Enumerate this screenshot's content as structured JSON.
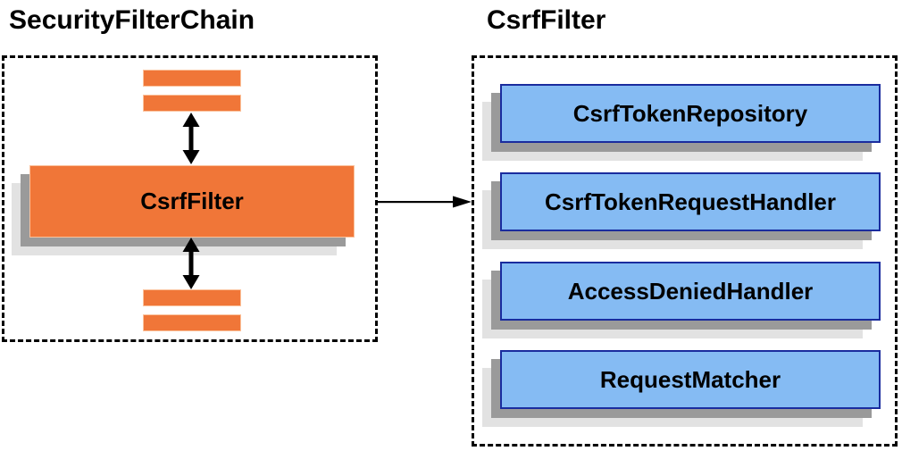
{
  "diagram": {
    "left_panel": {
      "title": "SecurityFilterChain",
      "main_box_label": "CsrfFilter"
    },
    "right_panel": {
      "title": "CsrfFilter",
      "components": [
        {
          "label": "CsrfTokenRepository"
        },
        {
          "label": "CsrfTokenRequestHandler"
        },
        {
          "label": "AccessDeniedHandler"
        },
        {
          "label": "RequestMatcher"
        }
      ]
    },
    "icons": {
      "vertical_arrows": "bidirectional-arrow-icon",
      "flow_arrow": "right-arrow-icon"
    }
  },
  "colors": {
    "orange_fill": "#F07638",
    "orange_border": "#FBC29C",
    "blue_fill": "#85BBF3",
    "blue_border": "#1A2C9E",
    "shadow_dark": "#9A9A9A",
    "shadow_light": "#E2E2E2",
    "arrow_black": "#000000"
  }
}
